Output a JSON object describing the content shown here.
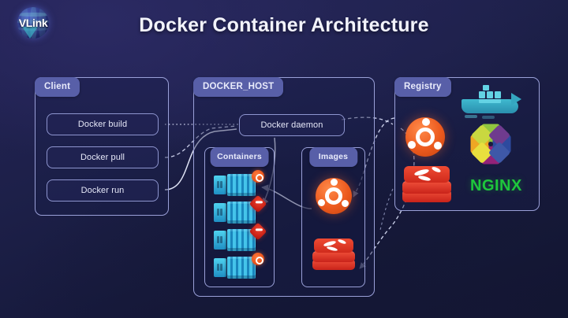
{
  "brand": {
    "name": "VLink",
    "icon": "globe-logo"
  },
  "header": {
    "title": "Docker Container Architecture"
  },
  "diagram": {
    "type": "architecture-diagram",
    "panels": [
      {
        "id": "client",
        "label": "Client",
        "items": [
          {
            "label": "Docker build"
          },
          {
            "label": "Docker pull"
          },
          {
            "label": "Docker run"
          }
        ]
      },
      {
        "id": "docker-host",
        "label": "DOCKER_HOST",
        "daemon": {
          "label": "Docker daemon"
        },
        "subpanels": [
          {
            "id": "containers",
            "label": "Containers",
            "items": [
              {
                "icon": "container-icon",
                "badge": "ubuntu-badge"
              },
              {
                "icon": "container-icon",
                "badge": "redis-badge"
              },
              {
                "icon": "container-icon",
                "badge": "redis-badge"
              },
              {
                "icon": "container-icon",
                "badge": "ubuntu-badge"
              }
            ]
          },
          {
            "id": "images",
            "label": "Images",
            "items": [
              {
                "icon": "ubuntu-logo-icon"
              },
              {
                "icon": "redis-logo-icon"
              }
            ]
          }
        ]
      },
      {
        "id": "registry",
        "label": "Registry",
        "items": [
          {
            "icon": "docker-whale-icon"
          },
          {
            "icon": "ubuntu-logo-icon"
          },
          {
            "icon": "centos-logo-icon"
          },
          {
            "icon": "redis-logo-icon"
          },
          {
            "icon": "nginx-logo-icon",
            "label": "NGINX"
          }
        ]
      }
    ],
    "connections": [
      {
        "from": "docker-build",
        "to": "docker-daemon",
        "style": "dotted"
      },
      {
        "from": "docker-pull",
        "to": "docker-daemon",
        "style": "dashed"
      },
      {
        "from": "docker-run",
        "to": "docker-daemon",
        "style": "solid"
      },
      {
        "from": "docker-daemon",
        "to": "containers",
        "style": "solid",
        "arrow": true
      },
      {
        "from": "images",
        "to": "containers",
        "style": "solid",
        "arrow": true
      },
      {
        "from": "docker-daemon",
        "to": "registry",
        "style": "dashed"
      },
      {
        "from": "registry",
        "to": "images-ubuntu",
        "style": "dashed",
        "arrow": true
      },
      {
        "from": "registry",
        "to": "images-redis",
        "style": "dashed",
        "arrow": true
      }
    ]
  },
  "colors": {
    "background": "#1d2049",
    "panel_border": "#9aa0d8",
    "tab_fill": "#585fa8",
    "text": "#e9ebfb",
    "ubuntu": "#ec5a1e",
    "redis": "#c9231a",
    "docker_blue": "#3fb9cf",
    "nginx_green": "#1ec63c",
    "container_blue": "#44c4ea"
  }
}
